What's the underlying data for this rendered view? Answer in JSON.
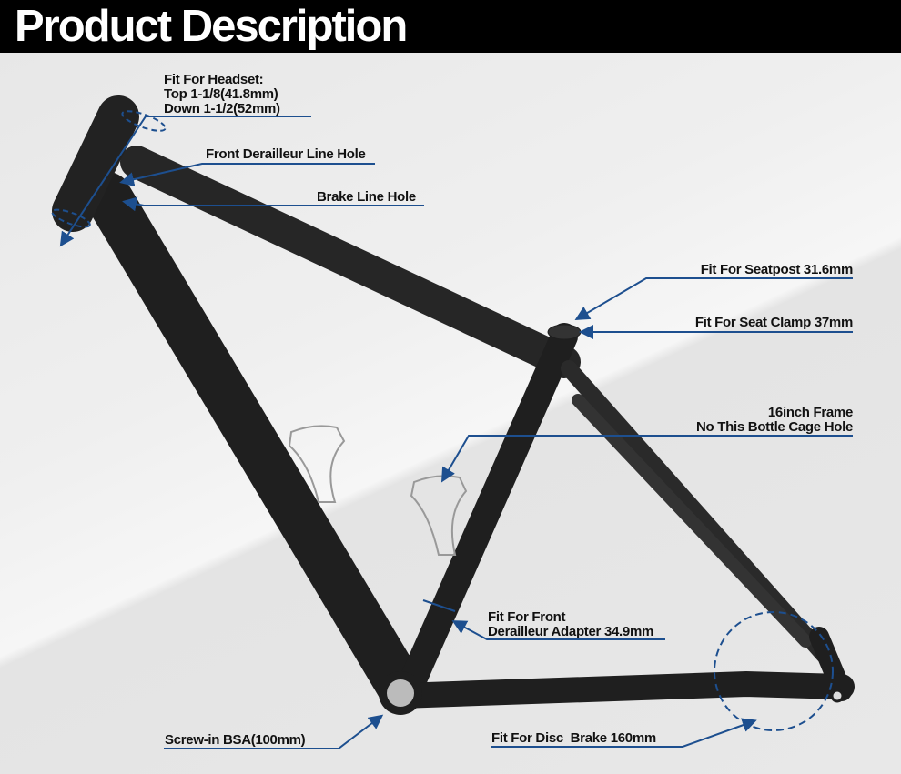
{
  "header": {
    "title": "Product Description"
  },
  "colors": {
    "accent": "#1d4f8f",
    "frame": "#1f1f1f",
    "header_bg": "#000000"
  },
  "labels": {
    "headset": [
      "Fit For Headset:",
      "Top 1-1/8(41.8mm)",
      "Down 1-1/2(52mm)"
    ],
    "front_derailleur_hole": "Front Derailleur Line Hole",
    "brake_line_hole": "Brake Line Hole",
    "seatpost": "Fit For Seatpost 31.6mm",
    "seat_clamp": "Fit For Seat Clamp 37mm",
    "bottle_cage": [
      "16inch Frame",
      "No This Bottle Cage Hole"
    ],
    "front_derailleur_adapter": [
      "Fit For Front",
      "Derailleur Adapter 34.9mm"
    ],
    "bsa": "Screw-in BSA(100mm)",
    "disc_brake": "Fit For Disc  Brake 160mm"
  }
}
